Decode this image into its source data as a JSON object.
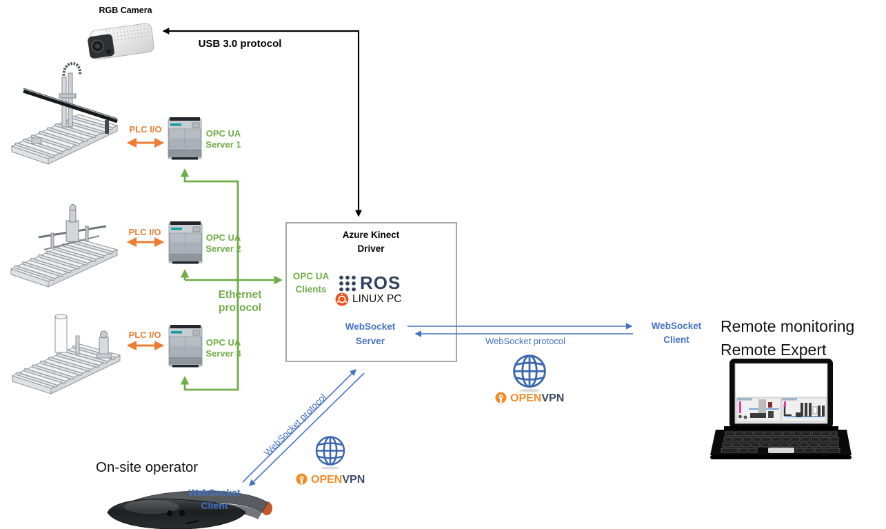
{
  "colors": {
    "green": "#70AD47",
    "orange": "#ED7D31",
    "blue": "#4472C4",
    "box_border": "#A6A6A6",
    "ros_slate": "#33435F",
    "ubuntu_orange": "#E95420",
    "openvpn_orange": "#F28C28",
    "openvpn_navy": "#3B4A63",
    "black": "#000000"
  },
  "icons": {
    "camera": "rgb-camera-icon",
    "machines": [
      "gantry-machine-icon",
      "assembly-machine-icon",
      "conveyor-machine-icon"
    ],
    "plc": "plc-controller-icon",
    "ros": "ros-dots-icon",
    "ubuntu": "ubuntu-logo-icon",
    "globe": "globe-icon",
    "openvpn_lock": "openvpn-lock-icon",
    "hololens": "hololens-headset-icon",
    "laptop": "laptop-icon"
  },
  "camera": {
    "label": "RGB Camera",
    "usb_protocol": "USB 3.0 protocol"
  },
  "stations": [
    {
      "plc_io_label": "PLC I/O",
      "server_line1": "OPC UA",
      "server_line2": "Server 1"
    },
    {
      "plc_io_label": "PLC I/O",
      "server_line1": "OPC UA",
      "server_line2": "Server 2"
    },
    {
      "plc_io_label": "PLC I/O",
      "server_line1": "OPC UA",
      "server_line2": "Server 3"
    }
  ],
  "ethernet": {
    "line1": "Ethernet",
    "line2": "protocol"
  },
  "driver_box": {
    "title_line1": "Azure Kinect",
    "title_line2": "Driver",
    "clients_line1": "OPC UA",
    "clients_line2": "Clients",
    "ros_wordmark": "ROS",
    "linux_label": "LINUX PC",
    "server_line1": "WebSocket",
    "server_line2": "Server"
  },
  "remote_link": {
    "protocol_label": "WebSocket protocol",
    "client_line1": "WebSocket",
    "client_line2": "Client"
  },
  "operator_link": {
    "protocol_label": "WebSocket protocol",
    "client_line1": "WebSocket",
    "client_line2": "Client"
  },
  "openvpn": {
    "word_open": "OPEN",
    "word_vpn": "VPN"
  },
  "remote_expert": {
    "line1": "Remote monitoring",
    "line2": "Remote Expert"
  },
  "operator": {
    "label": "On-site operator"
  }
}
